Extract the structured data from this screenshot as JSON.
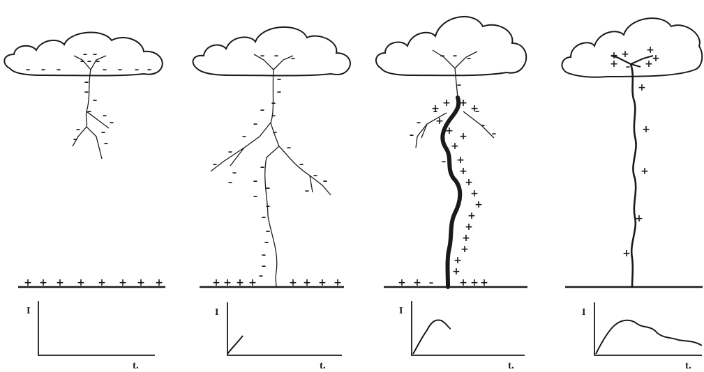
{
  "diagram": {
    "title": "",
    "panel_count": 4,
    "graph_axis_labels": {
      "y": "I",
      "x": "t."
    },
    "panels": [
      {
        "stage": "stepped leader descending",
        "cloud_charges": "negative",
        "ground_charges": "positive",
        "current_curve": "none"
      },
      {
        "stage": "leader approaching ground",
        "cloud_charges": "negative",
        "ground_charges": "positive",
        "current_curve": "onset"
      },
      {
        "stage": "return stroke",
        "cloud_charges": "negative",
        "ground_charges": "positive",
        "current_curve": "rise-to-peak"
      },
      {
        "stage": "channel neutralized",
        "cloud_charges": "positive",
        "ground_charges": "none",
        "current_curve": "full-decay"
      }
    ],
    "signs": {
      "negative": "–",
      "positive": "+"
    },
    "colors": {
      "ink": "#1a1a1a",
      "background": "#ffffff"
    }
  }
}
